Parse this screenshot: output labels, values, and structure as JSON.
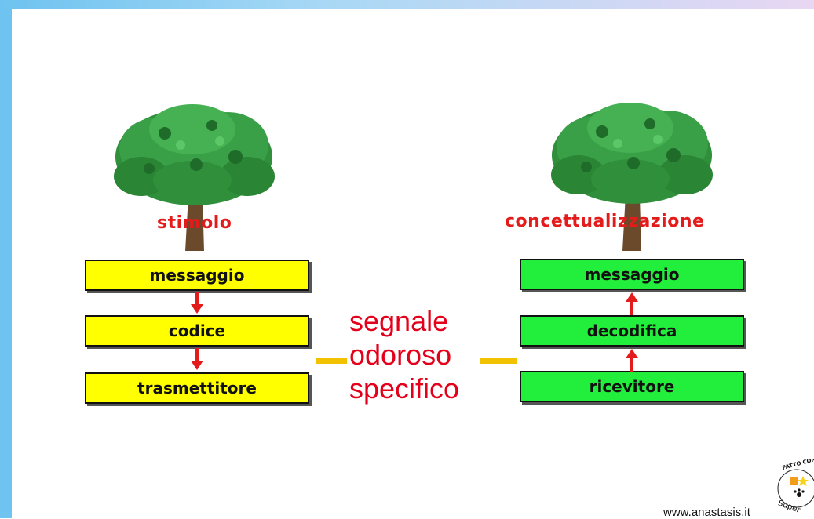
{
  "left": {
    "tree_label": "stimolo",
    "boxes": [
      "messaggio",
      "codice",
      "trasmettitore"
    ]
  },
  "right": {
    "tree_label": "concettualizzazione",
    "boxes": [
      "messaggio",
      "decodifica",
      "ricevitore"
    ]
  },
  "signal": {
    "line1": "segnale",
    "line2": "odoroso",
    "line3": "specifico"
  },
  "footer": {
    "website": "www.anastasis.it",
    "badge_top": "FATTO CON",
    "badge_bottom": "SuperMappe"
  },
  "colors": {
    "left_box": "#ffff00",
    "right_box": "#22ee3c",
    "arrow": "#e31b1b",
    "signal_text": "#e4001a",
    "connector": "#f2c200"
  }
}
